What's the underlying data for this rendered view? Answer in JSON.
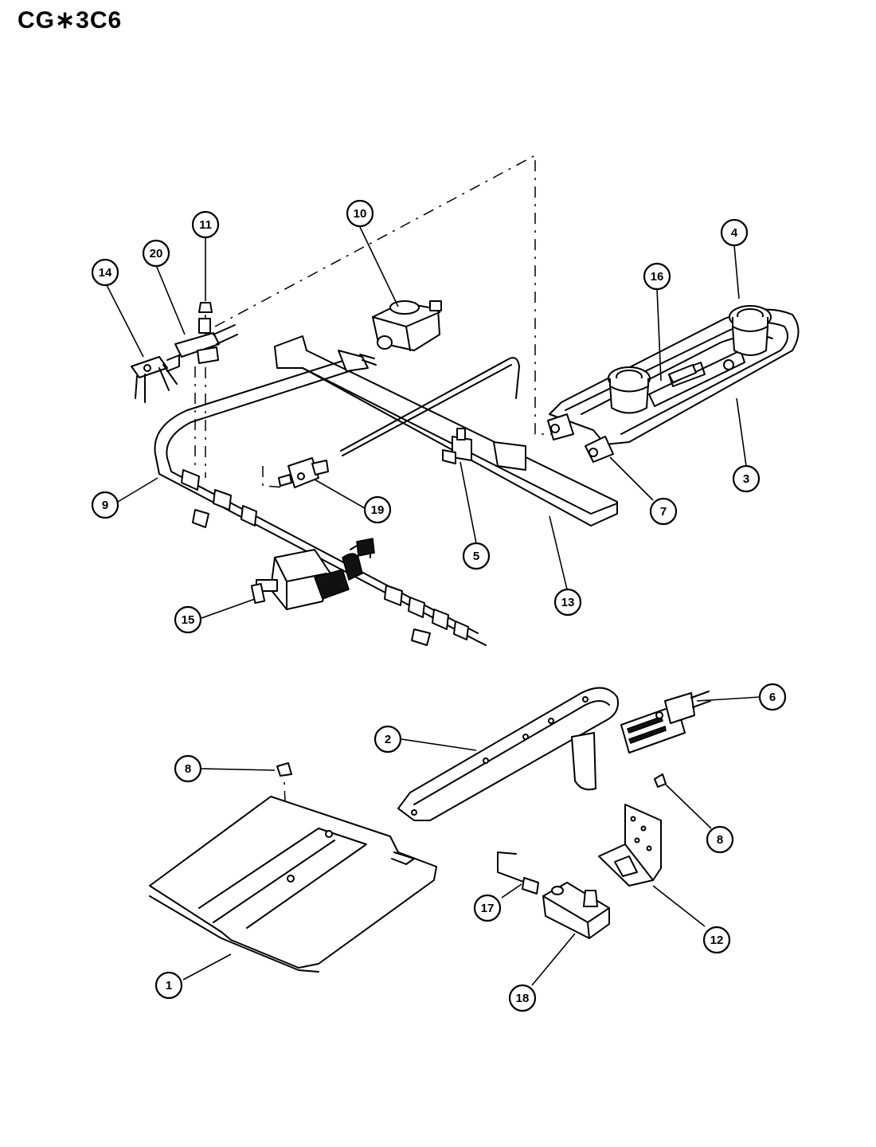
{
  "header": {
    "model_code": "CG∗3C6"
  },
  "callouts": [
    {
      "id": "c1",
      "label": "1"
    },
    {
      "id": "c2",
      "label": "2"
    },
    {
      "id": "c3",
      "label": "3"
    },
    {
      "id": "c4",
      "label": "4"
    },
    {
      "id": "c5",
      "label": "5"
    },
    {
      "id": "c6",
      "label": "6"
    },
    {
      "id": "c7",
      "label": "7"
    },
    {
      "id": "c8a",
      "label": "8"
    },
    {
      "id": "c8b",
      "label": "8"
    },
    {
      "id": "c9",
      "label": "9"
    },
    {
      "id": "c10",
      "label": "10"
    },
    {
      "id": "c11",
      "label": "11"
    },
    {
      "id": "c12",
      "label": "12"
    },
    {
      "id": "c13",
      "label": "13"
    },
    {
      "id": "c14",
      "label": "14"
    },
    {
      "id": "c15",
      "label": "15"
    },
    {
      "id": "c16",
      "label": "16"
    },
    {
      "id": "c17",
      "label": "17"
    },
    {
      "id": "c18",
      "label": "18"
    },
    {
      "id": "c19",
      "label": "19"
    },
    {
      "id": "c20",
      "label": "20"
    }
  ]
}
